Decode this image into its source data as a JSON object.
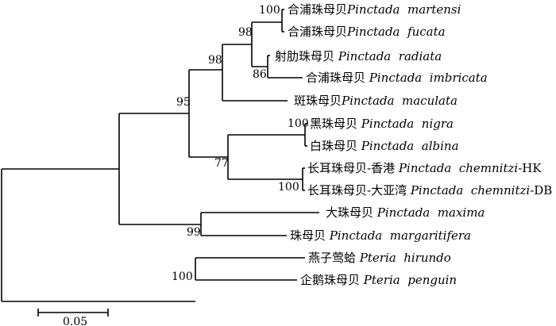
{
  "tree": {
    "leaves": [
      {
        "id": "martensi",
        "cn": "合浦珠母贝",
        "sci": "Pinctada  martensi",
        "suffix": ""
      },
      {
        "id": "fucata",
        "cn": "合浦珠母贝",
        "sci": "Pinctada  fucata",
        "suffix": ""
      },
      {
        "id": "radiata",
        "cn": "射肋珠母贝 ",
        "sci": "Pinctada  radiata",
        "suffix": ""
      },
      {
        "id": "imbricata",
        "cn": "合浦珠母贝 ",
        "sci": "Pinctada  imbricata",
        "suffix": ""
      },
      {
        "id": "maculata",
        "cn": "斑珠母贝",
        "sci": "Pinctada  maculata",
        "suffix": ""
      },
      {
        "id": "nigra",
        "cn": "黑珠母贝 ",
        "sci": "Pinctada  nigra",
        "suffix": ""
      },
      {
        "id": "albina",
        "cn": "白珠母贝 ",
        "sci": "Pinctada  albina",
        "suffix": ""
      },
      {
        "id": "chem-hk",
        "cn": "长耳珠母贝-香港 ",
        "sci": "Pinctada  chemnitzi",
        "suffix": "-HK"
      },
      {
        "id": "chem-db",
        "cn": "长耳珠母贝-大亚湾 ",
        "sci": "Pinctada  chemnitzi",
        "suffix": "-DB"
      },
      {
        "id": "maxima",
        "cn": "大珠母贝 ",
        "sci": "Pinctada  maxima",
        "suffix": ""
      },
      {
        "id": "margarit",
        "cn": "珠母贝 ",
        "sci": "Pinctada  margaritifera",
        "suffix": ""
      },
      {
        "id": "hirundo",
        "cn": "燕子莺蛤 ",
        "sci": "Pteria  hirundo",
        "suffix": ""
      },
      {
        "id": "penguin",
        "cn": "企鹅珠母贝 ",
        "sci": "Pteria  penguin",
        "suffix": ""
      }
    ],
    "bootstrap": {
      "martensi_fucata": "100",
      "fucata_group": "98",
      "radiata_imbricata": "86",
      "maculata_group": "98",
      "pinctada_core": "95",
      "nigra_albina": "100",
      "chemnitzi_nigra": "77",
      "chemnitzi_pair": "100",
      "maxima_margaritifera": "99",
      "pteria": "100"
    },
    "scale_bar": {
      "label": "0.05"
    }
  }
}
